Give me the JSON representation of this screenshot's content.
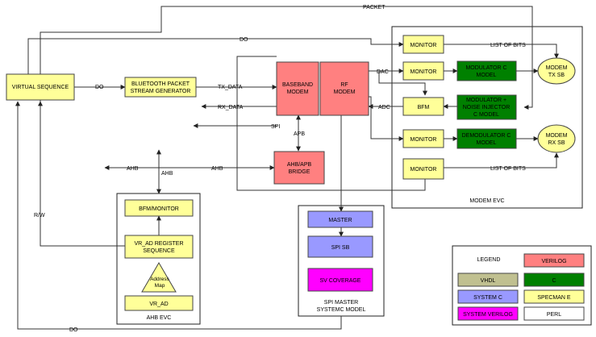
{
  "colors": {
    "specman": "#ffff99",
    "verilog": "#ff8080",
    "c": "#008000",
    "system_c": "#9999ff",
    "system_verilog": "#ff00ff",
    "vhdl": "#c0c090",
    "perl": "#ffffff"
  },
  "icons": {
    "arrowhead": "arrow-icon",
    "ellipse": "scoreboard-oval-icon",
    "triangle": "address-map-triangle-icon"
  },
  "blocks": {
    "virtual_sequence": "VIRTUAL SEQUENCE",
    "bt_gen": [
      "BLUETOOTH PACKET",
      "STREAM GENERATOR"
    ],
    "baseband": [
      "BASEBAND",
      "MODEM"
    ],
    "rf": [
      "RF",
      "MODEM"
    ],
    "ahb_apb_bridge": [
      "AHB/APB",
      "BRIDGE"
    ],
    "monitor_1": "MONITOR",
    "monitor_2": "MONITOR",
    "bfm": "BFM",
    "monitor_3": "MONITOR",
    "monitor_4": "MONITOR",
    "modulator": [
      "MODULATOR C",
      "MODEL"
    ],
    "modulator_noise": [
      "MODULATOR +",
      "NOISE INJECTOR",
      "C MODEL"
    ],
    "demodulator": [
      "DEMODULATOR C",
      "MODEL"
    ],
    "modem_tx_sb": [
      "MODEM",
      "TX SB"
    ],
    "modem_rx_sb": [
      "MODEM",
      "RX SB"
    ],
    "bfm_monitor": "BFM/MONITOR",
    "vr_ad_reg_seq": [
      "VR_AD REGISTER",
      "SEQUENCE"
    ],
    "address_map": [
      "Address",
      "Map"
    ],
    "vr_ad": "VR_AD",
    "master": "MASTER",
    "spi_sb": "SPI SB",
    "sv_coverage": "SV COVERAGE"
  },
  "containers": {
    "modem_evc": "MODEM EVC",
    "ahb_evc": "AHB EVC",
    "spi_master": [
      "SPI MASTER",
      "SYSTEMC MODEL"
    ]
  },
  "signals": {
    "packet": "PACKET",
    "do_top": "DO",
    "do_mid": "DO",
    "do_bottom": "DO",
    "tx_data": "TX_DATA",
    "rx_data": "RX_DATA",
    "spi": "SPI",
    "apb": "APB",
    "ahb_left": "AHB",
    "ahb_center": "AHB",
    "ahb_right": "AHB",
    "rw": "R/W",
    "dac": "DAC",
    "adc": "ADC",
    "list_of_bits_top": "LIST OF BITS",
    "list_of_bits_bottom": "LIST OF BITS"
  },
  "legend": {
    "title": "LEGEND",
    "items": [
      {
        "label": "VERILOG",
        "color": "#ff8080"
      },
      {
        "label": "VHDL",
        "color": "#c0c090"
      },
      {
        "label": "C",
        "color": "#008000"
      },
      {
        "label": "SYSTEM C",
        "color": "#9999ff"
      },
      {
        "label": "SPECMAN E",
        "color": "#ffff99"
      },
      {
        "label": "SYSTEM VERILOG",
        "color": "#ff00ff"
      },
      {
        "label": "PERL",
        "color": "#ffffff"
      }
    ]
  }
}
